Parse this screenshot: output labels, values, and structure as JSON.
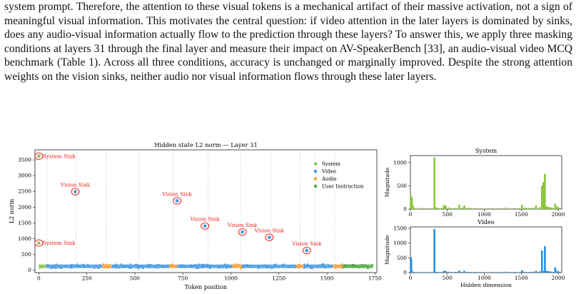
{
  "paragraph": "system prompt. Therefore, the attention to these visual tokens is a mechanical artifact of their massive activation, not a sign of meaningful visual information. This motivates the central question: if video attention in the later layers is dominated by sinks, does any audio-visual information actually flow to the prediction through these layers? To answer this, we apply three masking conditions at layers 31 through the final layer and measure their impact on AV-SpeakerBench [33], an audio-visual video MCQ benchmark (Table 1). Across all three conditions, accuracy is unchanged or marginally improved. Despite the strong attention weights on the vision sinks, neither audio nor visual information flows through these later layers.",
  "colors": {
    "system": "#8cc65a",
    "video": "#4a9be0",
    "audio": "#f5a23a",
    "user_instruction": "#55a845",
    "annotation": "#e8211b",
    "hist_system": "#8cc63f",
    "hist_video": "#2a8fe0"
  },
  "chart_data": [
    {
      "type": "scatter",
      "title": "Hidden state L2 norm — Layer 31",
      "xlabel": "Token position",
      "ylabel": "L2 norm",
      "xlim": [
        -20,
        1760
      ],
      "ylim": [
        -80,
        3820
      ],
      "xticks": [
        0,
        250,
        500,
        750,
        1000,
        1250,
        1500,
        1750
      ],
      "yticks": [
        0,
        500,
        1000,
        1500,
        2000,
        2500,
        3000,
        3500
      ],
      "grid": false,
      "legend_position": "top-right",
      "legend": [
        "System",
        "Video",
        "Audio",
        "User Instruction"
      ],
      "segments": [
        {
          "series": "System",
          "x_start": 0,
          "x_end": 40,
          "y": 120
        },
        {
          "series": "Video",
          "x_start": 40,
          "x_end": 330,
          "y": 120
        },
        {
          "series": "Audio",
          "x_start": 330,
          "x_end": 380,
          "y": 120
        },
        {
          "series": "Video",
          "x_start": 380,
          "x_end": 680,
          "y": 120
        },
        {
          "series": "Audio",
          "x_start": 680,
          "x_end": 720,
          "y": 120
        },
        {
          "series": "Video",
          "x_start": 720,
          "x_end": 1010,
          "y": 120
        },
        {
          "series": "Audio",
          "x_start": 1010,
          "x_end": 1060,
          "y": 120
        },
        {
          "series": "Video",
          "x_start": 1060,
          "x_end": 1340,
          "y": 120
        },
        {
          "series": "Audio",
          "x_start": 1340,
          "x_end": 1380,
          "y": 120
        },
        {
          "series": "Video",
          "x_start": 1380,
          "x_end": 1530,
          "y": 120
        },
        {
          "series": "Audio",
          "x_start": 1530,
          "x_end": 1580,
          "y": 120
        },
        {
          "series": "User Instruction",
          "x_start": 1580,
          "x_end": 1740,
          "y": 120
        }
      ],
      "dashed_boundaries": [
        40,
        195,
        350,
        520,
        700,
        880,
        1050,
        1210,
        1360,
        1440,
        1540
      ],
      "sinks": [
        {
          "label": "System Sink",
          "x": 0,
          "y": 3620,
          "series": "System"
        },
        {
          "label": "System Sink",
          "x": 0,
          "y": 860,
          "series": "System"
        },
        {
          "label": "Vision Sink",
          "x": 190,
          "y": 2490,
          "series": "Video"
        },
        {
          "label": "Vision Sink",
          "x": 720,
          "y": 2200,
          "series": "Video"
        },
        {
          "label": "Vision Sink",
          "x": 865,
          "y": 1400,
          "series": "Video"
        },
        {
          "label": "Vision Sink",
          "x": 1060,
          "y": 1210,
          "series": "Video"
        },
        {
          "label": "Vision Sink",
          "x": 1200,
          "y": 1040,
          "series": "Video"
        },
        {
          "label": "Vision Sink",
          "x": 1395,
          "y": 620,
          "series": "Video"
        }
      ]
    },
    {
      "type": "bar",
      "title": "System",
      "xlabel": "",
      "ylabel": "Magnitude",
      "xlim": [
        0,
        2048
      ],
      "ylim": [
        0,
        1150
      ],
      "xticks": [
        0,
        500,
        1000,
        1500,
        2000
      ],
      "yticks": [
        0,
        500,
        1000
      ],
      "x": [
        5,
        12,
        20,
        30,
        40,
        60,
        95,
        150,
        200,
        260,
        310,
        325,
        345,
        370,
        430,
        455,
        480,
        520,
        560,
        610,
        660,
        700,
        730,
        780,
        820,
        880,
        940,
        990,
        1050,
        1110,
        1170,
        1230,
        1290,
        1350,
        1410,
        1470,
        1510,
        1540,
        1560,
        1580,
        1620,
        1660,
        1700,
        1750,
        1780,
        1800,
        1820,
        1840,
        1860,
        1880,
        1900,
        1930,
        1960,
        1990,
        2020
      ],
      "values": [
        300,
        180,
        250,
        90,
        40,
        20,
        15,
        30,
        25,
        20,
        20,
        1110,
        40,
        20,
        30,
        90,
        70,
        35,
        20,
        25,
        90,
        30,
        80,
        30,
        20,
        25,
        20,
        15,
        20,
        20,
        25,
        20,
        30,
        20,
        25,
        20,
        90,
        30,
        25,
        20,
        25,
        30,
        80,
        40,
        500,
        580,
        760,
        60,
        50,
        40,
        35,
        25,
        120,
        60,
        30
      ]
    },
    {
      "type": "bar",
      "title": "Video",
      "xlabel": "Hidden dimension",
      "ylabel": "Magnitude",
      "xlim": [
        0,
        2048
      ],
      "ylim": [
        0,
        1550
      ],
      "xticks": [
        0,
        500,
        1000,
        1500,
        2000
      ],
      "yticks": [
        0,
        500,
        1000,
        1500
      ],
      "x": [
        5,
        12,
        20,
        30,
        60,
        95,
        150,
        200,
        260,
        310,
        325,
        345,
        370,
        430,
        455,
        480,
        520,
        560,
        610,
        660,
        700,
        730,
        780,
        820,
        880,
        940,
        990,
        1050,
        1110,
        1170,
        1230,
        1290,
        1350,
        1410,
        1470,
        1510,
        1540,
        1580,
        1620,
        1660,
        1700,
        1750,
        1780,
        1800,
        1820,
        1840,
        1860,
        1880,
        1900,
        1930,
        1960,
        1990,
        2020
      ],
      "values": [
        520,
        450,
        60,
        30,
        20,
        15,
        25,
        20,
        15,
        20,
        1480,
        30,
        20,
        30,
        60,
        55,
        30,
        20,
        25,
        70,
        25,
        60,
        25,
        20,
        25,
        20,
        15,
        20,
        20,
        25,
        20,
        30,
        20,
        25,
        20,
        80,
        30,
        20,
        25,
        30,
        60,
        40,
        750,
        50,
        900,
        60,
        45,
        40,
        35,
        25,
        180,
        60,
        30
      ]
    }
  ]
}
